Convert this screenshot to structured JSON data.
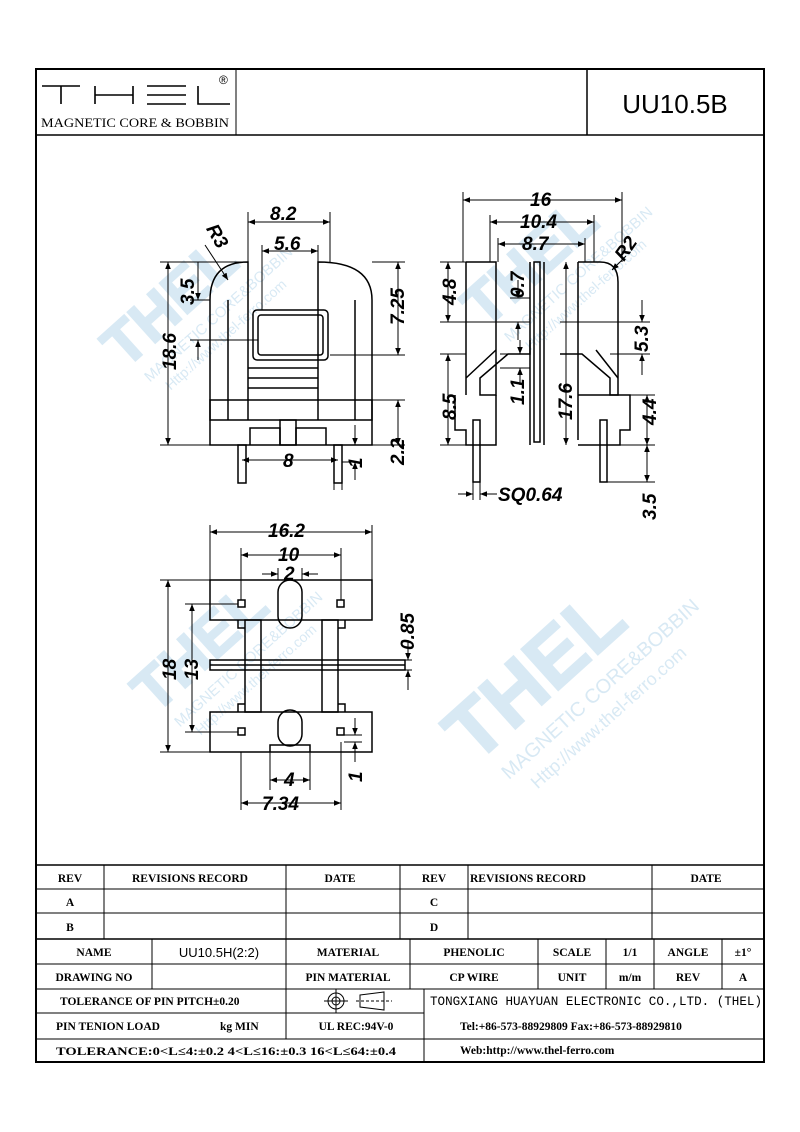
{
  "header": {
    "logo_text": "THEL",
    "logo_registered": "®",
    "logo_subtitle": "MAGNETIC CORE & BOBBIN",
    "part_number": "UU10.5B"
  },
  "watermark": {
    "brand": "THEL",
    "line1": "MAGNETIC CORE&BOBBIN",
    "line2": "Http://www.thel-ferro.com"
  },
  "dimensions": {
    "front": {
      "w_8_2": "8.2",
      "w_5_6": "5.6",
      "r3": "R3",
      "h_3_5": "3.5",
      "h_18_6": "18.6",
      "h_7_25": "7.25",
      "w_8": "8",
      "w_1": "1",
      "h_2_2": "2.2"
    },
    "side": {
      "w_16": "16",
      "w_10_4": "10.4",
      "w_8_7": "8.7",
      "r2": "R2",
      "h_4_8": "4.8",
      "h_0_7": "0.7",
      "h_5_3": "5.3",
      "h_8_5": "8.5",
      "h_1_1": "1.1",
      "h_17_6": "17.6",
      "h_4_4": "4.4",
      "h_3_5": "3.5",
      "sq": "SQ0.64"
    },
    "bottom": {
      "w_16_2": "16.2",
      "w_10": "10",
      "w_2": "2",
      "h_18": "18",
      "h_13": "13",
      "h_0_85": "0.85",
      "w_4": "4",
      "w_1": "1",
      "w_7_34": "7.34"
    }
  },
  "table": {
    "revisions": {
      "headers": [
        "REV",
        "REVISIONS RECORD",
        "DATE",
        "REV",
        "REVISIONS RECORD",
        "DATE"
      ],
      "rows": [
        [
          "A",
          "",
          "",
          "C",
          "",
          ""
        ],
        [
          "B",
          "",
          "",
          "D",
          "",
          ""
        ]
      ]
    },
    "name_label": "NAME",
    "name_value": "UU10.5H(2:2)",
    "material_label": "MATERIAL",
    "material_value": "PHENOLIC",
    "scale_label": "SCALE",
    "scale_value": "1/1",
    "angle_label": "ANGLE",
    "angle_value": "±1°",
    "drawing_no_label": "DRAWING NO",
    "pin_material_label": "PIN MATERIAL",
    "pin_material_value": "CP WIRE",
    "unit_label": "UNIT",
    "unit_value": "m/m",
    "rev_label": "REV",
    "rev_value": "A",
    "tolerance_pitch": "TOLERANCE OF PIN PITCH±0.20",
    "company": "TONGXIANG HUAYUAN ELECTRONIC CO.,LTD. (THEL)",
    "pin_tension_label": "PIN TENION LOAD",
    "pin_tension_unit": "kg MIN",
    "ul_rec": "UL REC:94V-0",
    "contact": "Tel:+86-573-88929809 Fax:+86-573-88929810",
    "tolerance_general": "TOLERANCE:0<L≤4:±0.2  4<L≤16:±0.3  16<L≤64:±0.4",
    "web": "Web:http://www.thel-ferro.com"
  }
}
